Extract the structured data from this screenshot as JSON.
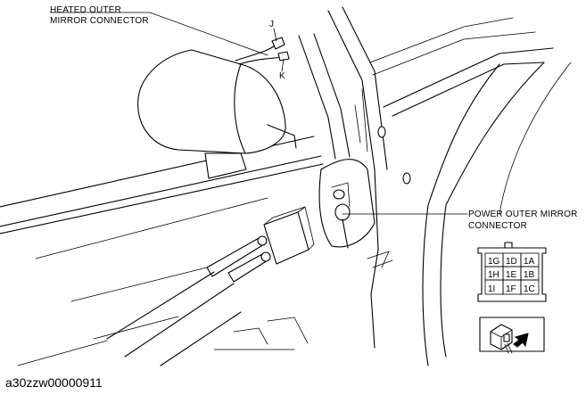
{
  "labels": {
    "heated_line1": "HEATED OUTER",
    "heated_line2": "MIRROR CONNECTOR",
    "j": "J",
    "k": "K",
    "power_line1": "POWER OUTER MIRROR",
    "power_line2": "CONNECTOR",
    "figure_code": "a30zzw00000911"
  },
  "pins": [
    [
      "1G",
      "1D",
      "1A"
    ],
    [
      "1H",
      "1E",
      "1B"
    ],
    [
      "1I",
      "1F",
      "1C"
    ]
  ]
}
